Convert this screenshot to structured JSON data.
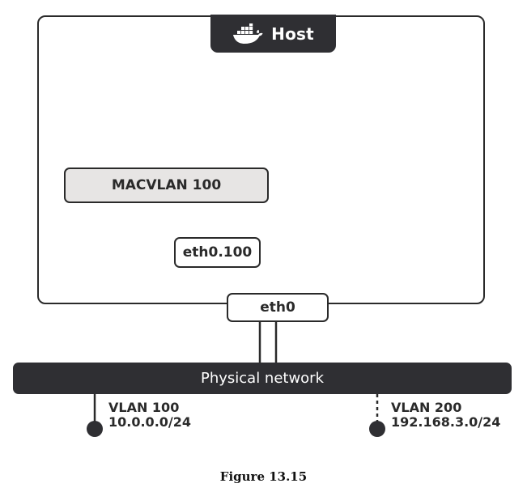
{
  "host": {
    "label": "Host",
    "icon": "docker-whale-icon"
  },
  "nodes": {
    "macvlan": "MACVLAN 100",
    "eth_sub": "eth0.100",
    "eth0": "eth0"
  },
  "network": {
    "label": "Physical network"
  },
  "vlans": [
    {
      "name": "VLAN 100",
      "subnet": "10.0.0.0/24",
      "link_style": "solid"
    },
    {
      "name": "VLAN 200",
      "subnet": "192.168.3.0/24",
      "link_style": "dashed"
    }
  ],
  "caption": "Figure 13.15",
  "colors": {
    "dark": "#2f2f33",
    "stroke": "#2a2a2a",
    "macvlan_fill": "#e7e5e4",
    "white": "#ffffff"
  }
}
